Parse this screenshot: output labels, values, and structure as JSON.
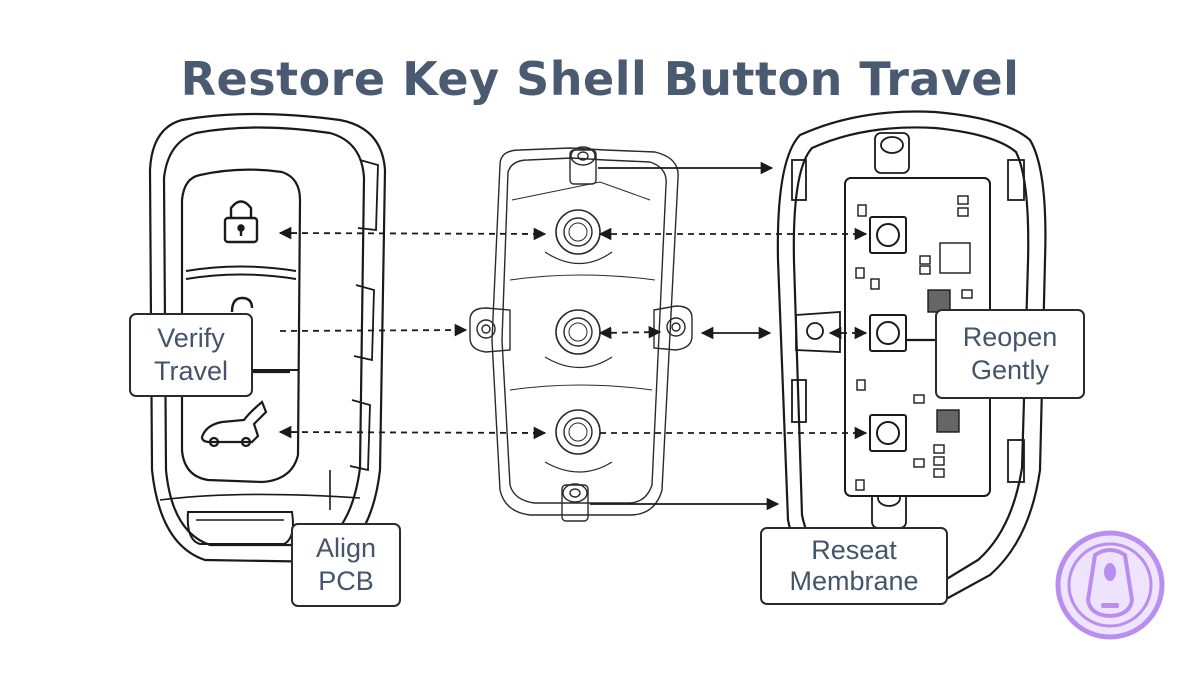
{
  "title": "Restore Key Shell Button Travel",
  "callouts": {
    "verify": {
      "line1": "Verify",
      "line2": "Travel"
    },
    "align": {
      "line1": "Align",
      "line2": "PCB"
    },
    "reopen": {
      "line1": "Reopen",
      "line2": "Gently"
    },
    "reseat": {
      "line1": "Reseat",
      "line2": "Membrane"
    }
  },
  "colors": {
    "title": "#4a5a70",
    "callout_text": "#44546a",
    "line": "#1a1a1a",
    "logo": "#b98ef0",
    "logo_fill": "#efe4fd"
  },
  "icons": [
    "lock-icon",
    "unlock-icon",
    "trunk-icon",
    "key-fob-logo-icon"
  ]
}
